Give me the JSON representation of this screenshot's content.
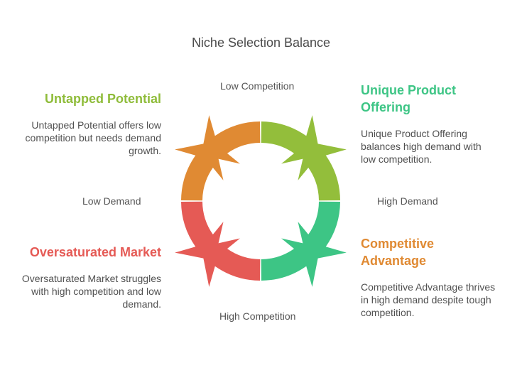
{
  "title": "Niche Selection Balance",
  "axes": {
    "top": "Low Competition",
    "bottom": "High Competition",
    "left": "Low Demand",
    "right": "High Demand"
  },
  "quadrants": [
    {
      "key": "top-left",
      "heading": "Untapped Potential",
      "description": "Untapped Potential offers low competition but needs demand growth.",
      "heading_color": "#8fbc3a",
      "segment_color": "#e08a33"
    },
    {
      "key": "top-right",
      "heading": "Unique Product Offering",
      "description": "Unique Product Offering balances high demand with low competition.",
      "heading_color": "#3dc585",
      "segment_color": "#93be3b"
    },
    {
      "key": "bottom-left",
      "heading": "Oversaturated Market",
      "description": "Oversaturated Market struggles with high competition and low demand.",
      "heading_color": "#e55a55",
      "segment_color": "#e55a55"
    },
    {
      "key": "bottom-right",
      "heading": "Competitive Advantage",
      "description": "Competitive Advantage thrives in high demand despite tough competition.",
      "heading_color": "#e08a33",
      "segment_color": "#3dc585"
    }
  ]
}
